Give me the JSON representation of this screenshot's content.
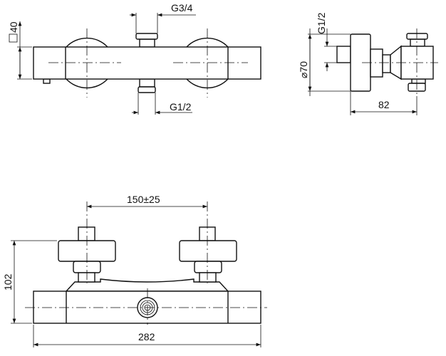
{
  "title": "Thermostatic shower mixer dimensional drawing",
  "top_view": {
    "dim_square": "40",
    "dim_top_inlet": "G3/4",
    "dim_bottom_outlet": "G1/2"
  },
  "side_view": {
    "dim_diameter": "70",
    "dim_thread": "G1/2",
    "dim_depth": "82"
  },
  "front_view": {
    "dim_centers": "150±25",
    "dim_height": "102",
    "dim_width": "282"
  }
}
